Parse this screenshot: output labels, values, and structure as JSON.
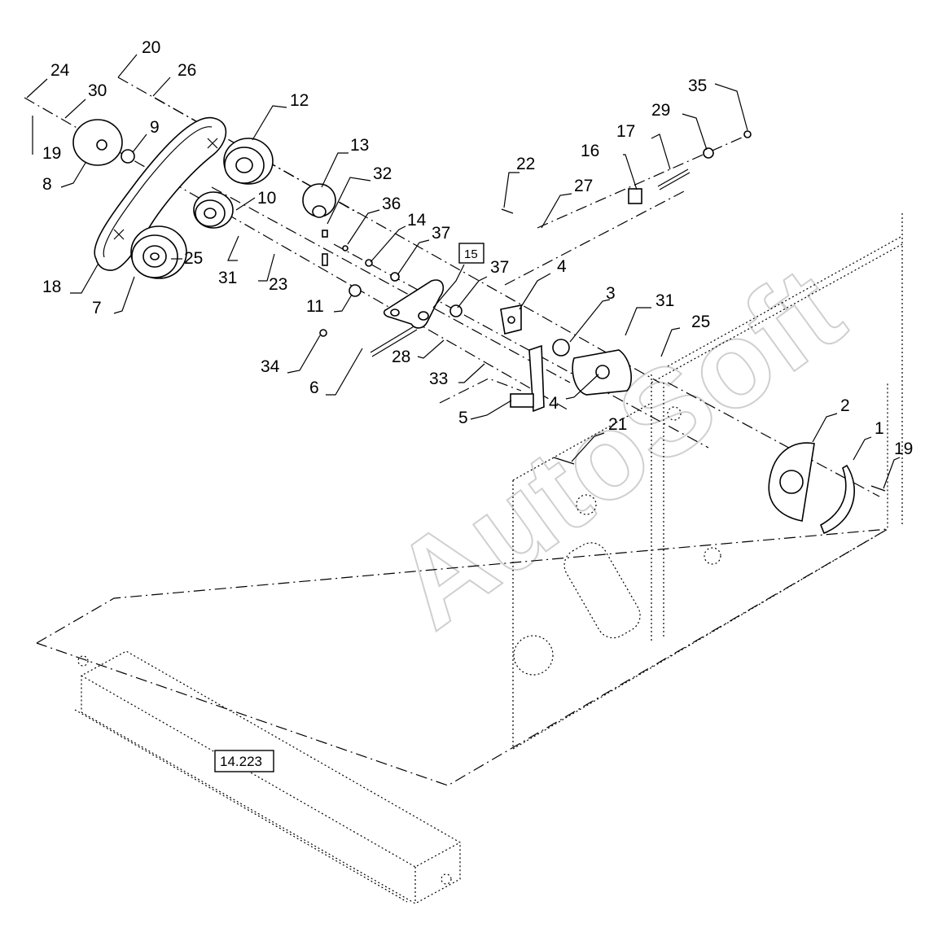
{
  "watermark": "AutoSoft",
  "callouts": [
    {
      "id": "c24",
      "label": "24"
    },
    {
      "id": "c20",
      "label": "20"
    },
    {
      "id": "c26",
      "label": "26"
    },
    {
      "id": "c30",
      "label": "30"
    },
    {
      "id": "c12",
      "label": "12"
    },
    {
      "id": "c9",
      "label": "9"
    },
    {
      "id": "c19a",
      "label": "19"
    },
    {
      "id": "c8",
      "label": "8"
    },
    {
      "id": "c13",
      "label": "13"
    },
    {
      "id": "c32",
      "label": "32"
    },
    {
      "id": "c10",
      "label": "10"
    },
    {
      "id": "c35",
      "label": "35"
    },
    {
      "id": "c29",
      "label": "29"
    },
    {
      "id": "c17",
      "label": "17"
    },
    {
      "id": "c16",
      "label": "16"
    },
    {
      "id": "c22",
      "label": "22"
    },
    {
      "id": "c27",
      "label": "27"
    },
    {
      "id": "c36",
      "label": "36"
    },
    {
      "id": "c14",
      "label": "14"
    },
    {
      "id": "c37a",
      "label": "37"
    },
    {
      "id": "c25a",
      "label": "25"
    },
    {
      "id": "c31a",
      "label": "31"
    },
    {
      "id": "c23",
      "label": "23"
    },
    {
      "id": "c18",
      "label": "18"
    },
    {
      "id": "c7",
      "label": "7"
    },
    {
      "id": "c11",
      "label": "11"
    },
    {
      "id": "c37b",
      "label": "37"
    },
    {
      "id": "c4a",
      "label": "4"
    },
    {
      "id": "c3",
      "label": "3"
    },
    {
      "id": "c31b",
      "label": "31"
    },
    {
      "id": "c25b",
      "label": "25"
    },
    {
      "id": "c34",
      "label": "34"
    },
    {
      "id": "c28",
      "label": "28"
    },
    {
      "id": "c33",
      "label": "33"
    },
    {
      "id": "c6",
      "label": "6"
    },
    {
      "id": "c4b",
      "label": "4"
    },
    {
      "id": "c5",
      "label": "5"
    },
    {
      "id": "c21",
      "label": "21"
    },
    {
      "id": "c2",
      "label": "2"
    },
    {
      "id": "c1",
      "label": "1"
    },
    {
      "id": "c19b",
      "label": "19"
    }
  ],
  "boxed_labels": [
    {
      "id": "b15",
      "label": "15"
    },
    {
      "id": "b14223",
      "label": "14.223"
    }
  ]
}
